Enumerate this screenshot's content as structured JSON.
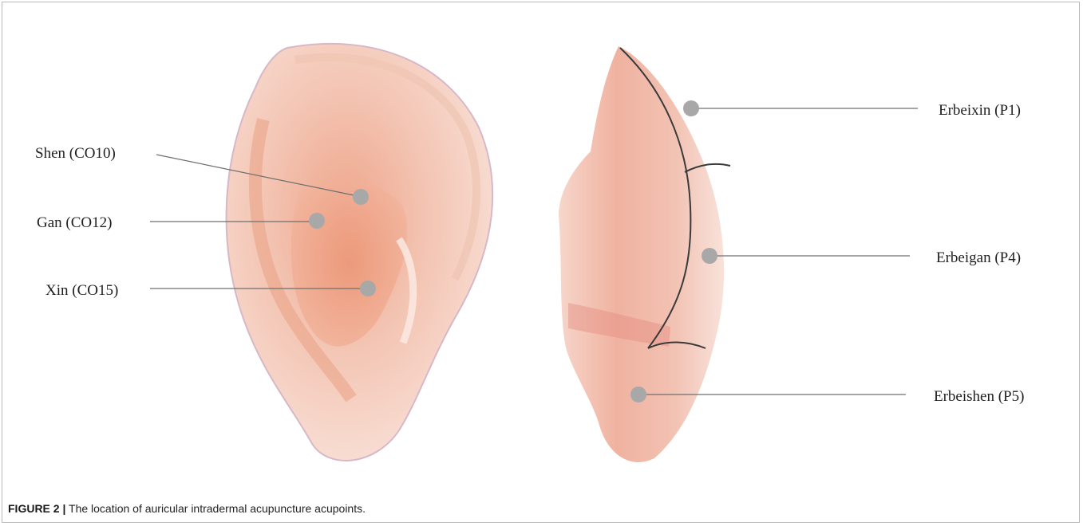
{
  "figure": {
    "left_ear_labels": [
      {
        "id": "shen",
        "text": "Shen (CO10)"
      },
      {
        "id": "gan",
        "text": "Gan (CO12)"
      },
      {
        "id": "xin",
        "text": "Xin (CO15)"
      }
    ],
    "right_ear_labels": [
      {
        "id": "erbeixin",
        "text": "Erbeixin (P1)"
      },
      {
        "id": "erbeigan",
        "text": "Erbeigan (P4)"
      },
      {
        "id": "erbeishen",
        "text": "Erbeishen (P5)"
      }
    ],
    "colors": {
      "skin_light": "#f7ddd2",
      "skin_mid": "#f0b9a4",
      "skin_deep": "#e98c6f",
      "point": "#a8a8a8",
      "leader": "#6f6f6f",
      "outline": "#3a3a3a"
    }
  },
  "caption": {
    "label": "FIGURE 2 |",
    "text": " The location of auricular intradermal acupuncture acupoints."
  }
}
